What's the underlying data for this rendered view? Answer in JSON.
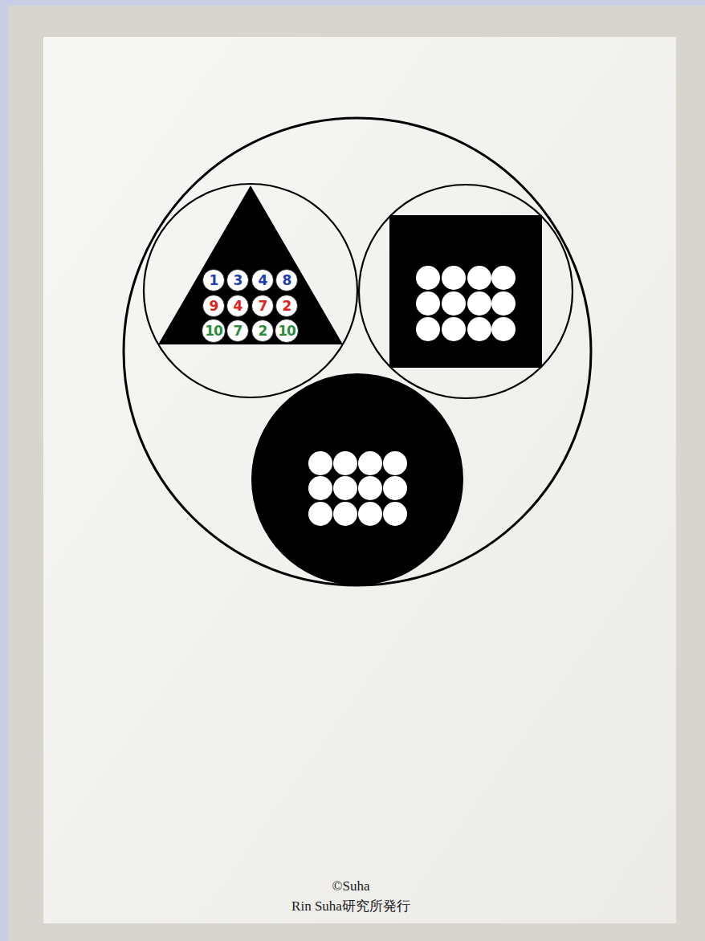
{
  "diagram": {
    "nodes": [
      {
        "text": [
          "1"
        ]
      },
      {
        "text": [
          "3"
        ]
      },
      {
        "text": [
          "4"
        ]
      },
      {
        "text": [
          "8"
        ]
      },
      {
        "text": [
          "9"
        ]
      },
      {
        "text": [
          "4"
        ]
      },
      {
        "text": [
          "7"
        ]
      },
      {
        "text": [
          "2"
        ]
      },
      {
        "text": [
          "10"
        ]
      },
      {
        "text": [
          "7"
        ]
      },
      {
        "text": [
          "2"
        ]
      },
      {
        "text": [
          "10"
        ]
      }
    ],
    "labels": [
      "©Suha",
      "Rin Suha研究所発行"
    ]
  }
}
